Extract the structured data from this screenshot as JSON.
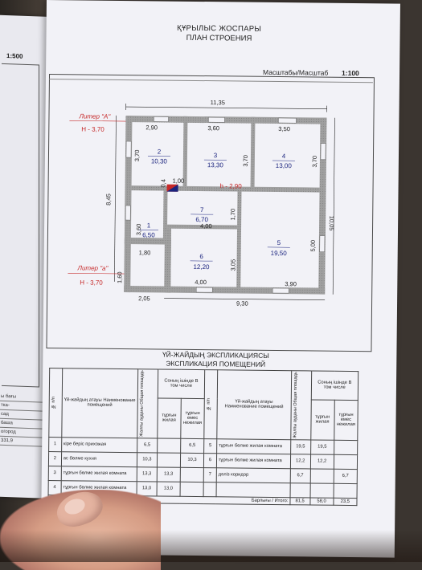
{
  "left_page": {
    "scale": "1:500",
    "table_cells": [
      "ы бағы",
      "тка-",
      "сад",
      "баша",
      "огород",
      "331,9"
    ]
  },
  "header": {
    "title_kk": "ҚҰРЫЛЫС ЖОСПАРЫ",
    "title_ru": "ПЛАН СТРОЕНИЯ",
    "scale_label": "Масштабы/Масштаб",
    "scale_value": "1:100"
  },
  "plan": {
    "liter_a": "Литер \"А\"",
    "liter_a_height": "Н - 3,70",
    "liter_b": "Литер \"а\"",
    "liter_b_height": "Н - 3,70",
    "inner_height": "h - 2,90",
    "dims": {
      "top_overall": "11,35",
      "top_room2": "2,90",
      "top_room3": "3,60",
      "top_room4": "3,50",
      "right_overall": "10,05",
      "left_overall": "8,45",
      "bottom_overall": "9,30",
      "bottom_left": "2,05",
      "vestibule_height": "1,60",
      "room2_height": "3,70",
      "room3_height": "3,70",
      "room4_height": "3,70",
      "door_width": "1,00",
      "door_small": "0,4",
      "room1_height": "3,60",
      "room1_width": "1,80",
      "room7_height": "1,70",
      "room7_width": "4,00",
      "room6_width": "4,00",
      "room6_height": "3,05",
      "room5_height": "5,00",
      "room5_width": "3,90"
    },
    "rooms": [
      {
        "num": "1",
        "area": "6,50"
      },
      {
        "num": "2",
        "area": "10,30"
      },
      {
        "num": "3",
        "area": "13,30"
      },
      {
        "num": "4",
        "area": "13,00"
      },
      {
        "num": "5",
        "area": "19,50"
      },
      {
        "num": "6",
        "area": "12,20"
      },
      {
        "num": "7",
        "area": "6,70"
      }
    ]
  },
  "explication": {
    "title_kk": "ҮЙ-ЖАЙДЫҢ ЭКСПЛИКАЦИЯСЫ",
    "title_ru": "ЭКСПЛИКАЦИЯ ПОМЕЩЕНИЙ",
    "headers": {
      "num": "№ п/п",
      "name": "Үй-жайдың атауы Наименование помещений",
      "area": "Жалпы ауданы Общая площадь",
      "incl": "Соның ішінде В том числе",
      "living": "тұрғын жилая",
      "nonliving": "тұрғын емес нежилая"
    },
    "rows": [
      {
        "l_num": "1",
        "l_name": "кіре беріс прихожая",
        "l_area": "6,5",
        "l_living": "",
        "l_non": "6,5",
        "r_num": "5",
        "r_name": "тұрғын бөлме жилая комната",
        "r_area": "19,5",
        "r_living": "19,5",
        "r_non": ""
      },
      {
        "l_num": "2",
        "l_name": "ас бөлме кухня",
        "l_area": "10,3",
        "l_living": "",
        "l_non": "10,3",
        "r_num": "6",
        "r_name": "тұрғын бөлме жилая комната",
        "r_area": "12,2",
        "r_living": "12,2",
        "r_non": ""
      },
      {
        "l_num": "3",
        "l_name": "тұрғын бөлме жилая комната",
        "l_area": "13,3",
        "l_living": "13,3",
        "l_non": "",
        "r_num": "7",
        "r_name": "дәліз коридор",
        "r_area": "6,7",
        "r_living": "",
        "r_non": "6,7"
      },
      {
        "l_num": "4",
        "l_name": "тұрғын бөлме жилая комната",
        "l_area": "13,0",
        "l_living": "13,0",
        "l_non": "",
        "r_num": "",
        "r_name": "",
        "r_area": "",
        "r_living": "",
        "r_non": ""
      }
    ],
    "total_label": "Барлығы / Итого:",
    "total_area": "81,5",
    "total_living": "58,0",
    "total_non": "23,5"
  },
  "colors": {
    "wall": "#9a9a9a",
    "plan_text": "#1a237e",
    "liter_red": "#c62828",
    "dim_text": "#222222"
  }
}
